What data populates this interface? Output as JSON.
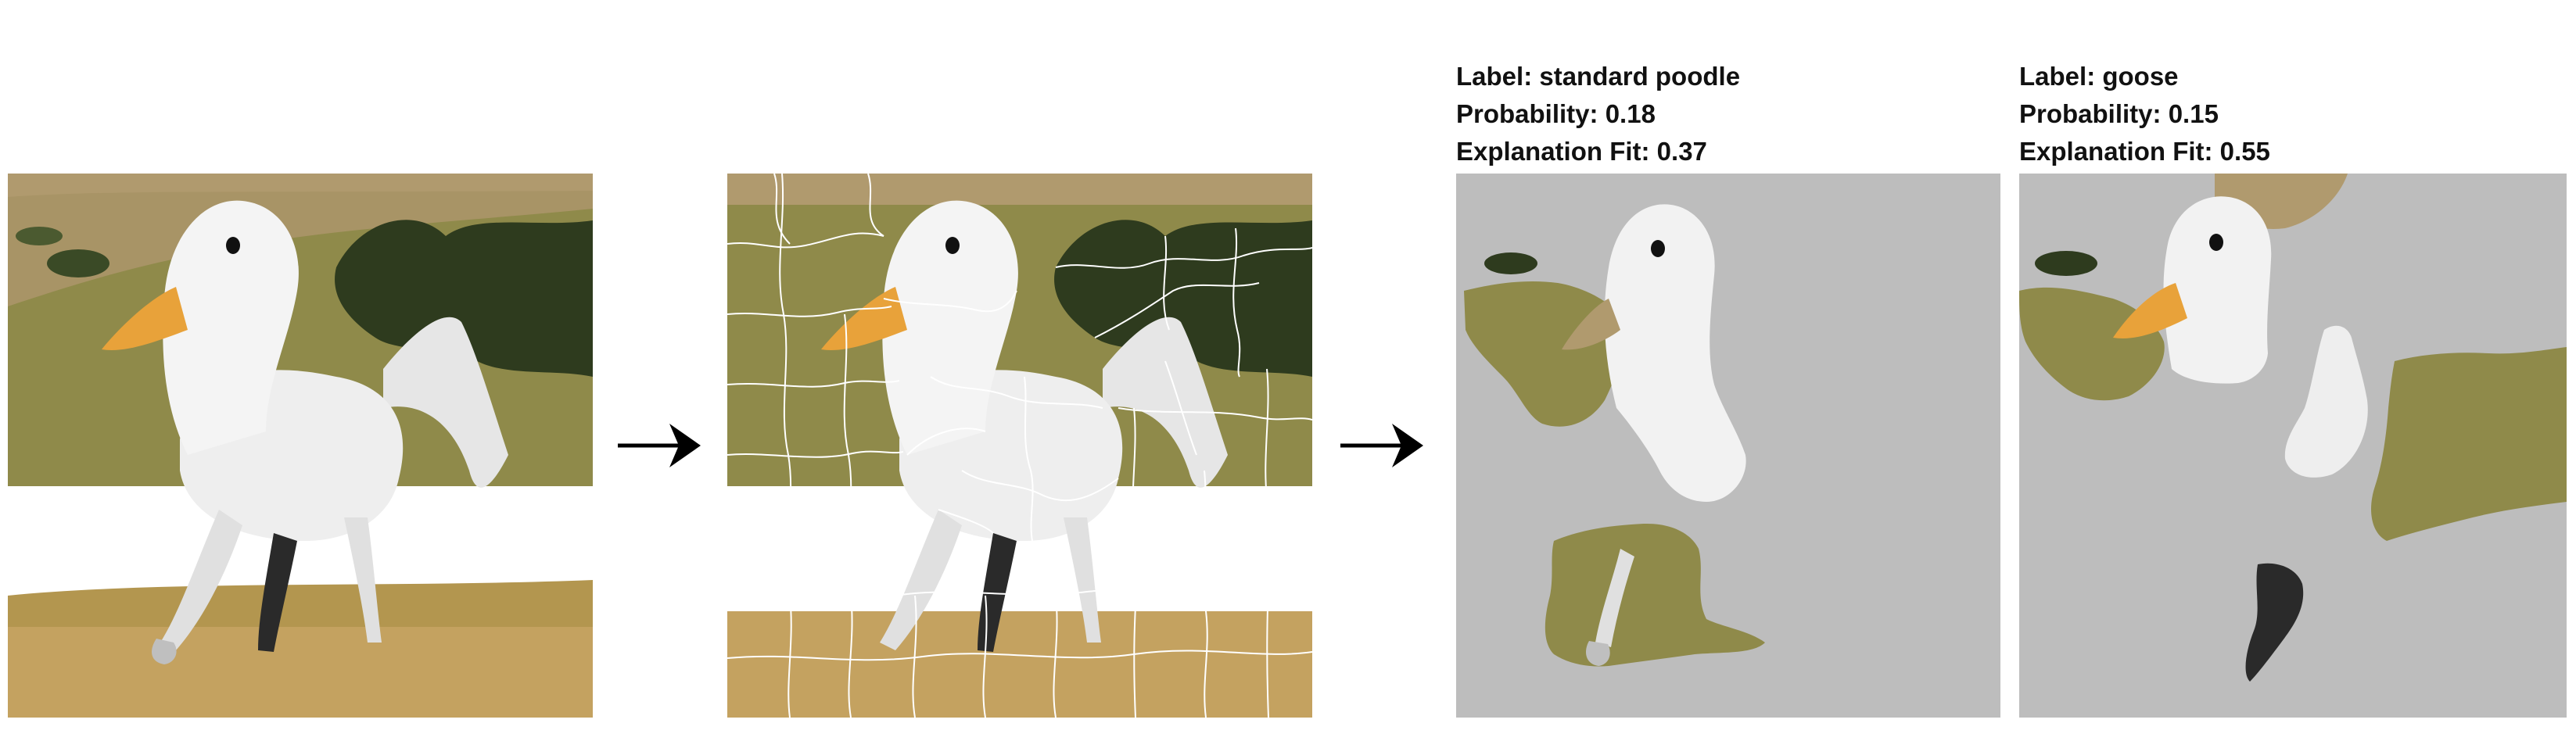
{
  "explanations": [
    {
      "label_prefix": "Label:",
      "label": "standard poodle",
      "probability_prefix": "Probability:",
      "probability": "0.18",
      "fit_prefix": "Explanation Fit:",
      "fit": "0.37"
    },
    {
      "label_prefix": "Label:",
      "label": "goose",
      "probability_prefix": "Probability:",
      "probability": "0.15",
      "fit_prefix": "Explanation Fit:",
      "fit": "0.55"
    }
  ],
  "colors": {
    "mask_gray": "#bdbdbd",
    "sky": "#7fa6cf",
    "hill": "#b09a6e",
    "field": "#8f8a4a",
    "dry_grass": "#c4a260",
    "trees": "#2e3b1e",
    "animal_white": "#eeeeee",
    "beak": "#e8a23a",
    "segment_line": "#ffffff",
    "arrow": "#000000"
  }
}
